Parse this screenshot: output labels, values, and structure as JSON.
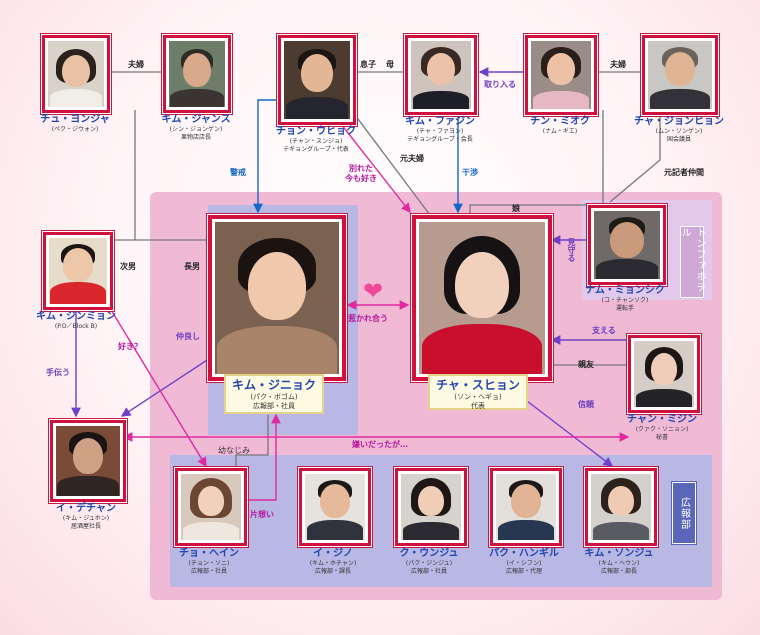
{
  "colors": {
    "frame": "#d0103d",
    "pink": "#e02aa0",
    "blue": "#1467c8",
    "violet": "#7040c8",
    "gray": "#666666",
    "zone_main": "#efb6d3",
    "zone_purple": "#b9b7e4"
  },
  "groups": {
    "hotel": "トンファホテル",
    "kouhou": "広報部"
  },
  "characters": {
    "ju_yongja": {
      "name": "チュ・ヨンジャ",
      "actor": "(ペク・ジウォン)",
      "role": ""
    },
    "kim_jangsu": {
      "name": "キム・ジャンス",
      "actor": "(シン・ジョンゲン)",
      "role": "果物店店長"
    },
    "jung_woohyuk": {
      "name": "チョン・ウヒョク",
      "actor": "(チャン・スンジョ)",
      "role": "テギョングループ・代表"
    },
    "kim_hwajin": {
      "name": "キム・ファジン",
      "actor": "(チャ・ファヨン)",
      "role": "テギョングループ・会長"
    },
    "jin_mioku": {
      "name": "チン・ミオク",
      "actor": "(ナム・ギエ)",
      "role": ""
    },
    "cha_jonghyun": {
      "name": "チャ・ジョンヒョン",
      "actor": "(ムン・ソンゲン)",
      "role": "国会議員"
    },
    "kim_jinhyuk": {
      "name": "キム・ジニョク",
      "actor": "(パク・ボゴム)",
      "role": "広報部・社員"
    },
    "cha_suhyun": {
      "name": "チャ・スヒョン",
      "actor": "(ソン・ヘギョ)",
      "role": "代表"
    },
    "nam_myungsik": {
      "name": "ナム・ミョンシク",
      "actor": "(コ・チャンソク)",
      "role": "運転手"
    },
    "kim_jinmyung": {
      "name": "キム・ジンミョン",
      "actor": "(P.O／Block B)",
      "role": ""
    },
    "jang_mijin": {
      "name": "チャン・ミジン",
      "actor": "(クァク・ソニョン)",
      "role": "秘書"
    },
    "lee_daechan": {
      "name": "イ・デチャン",
      "actor": "(キム・ジュホン)",
      "role": "居酒屋社長"
    },
    "jo_hyein": {
      "name": "チョ・ヘイン",
      "actor": "(チョン・ソニ)",
      "role": "広報部・社員"
    },
    "lee_jino": {
      "name": "イ・ジノ",
      "actor": "(キム・ホチャン)",
      "role": "広報部・課長"
    },
    "ku_woonjoo": {
      "name": "ク・ウンジュ",
      "actor": "(パク・ジンジュ)",
      "role": "広報部・社員"
    },
    "park_hangil": {
      "name": "パク・ハンギル",
      "actor": "(イ・シフン)",
      "role": "広報部・代理"
    },
    "kim_sunju": {
      "name": "キム・ソンジュ",
      "actor": "(キム・ヘウン)",
      "role": "広報部・部長"
    }
  },
  "relations": {
    "fuufu1": "夫婦",
    "fuufu2": "夫婦",
    "musuko": "息子",
    "haha": "母",
    "toriiru": "取り入る",
    "keikai": "警戒",
    "wakareta": "別れた\n今も好き",
    "motofuufu": "元夫婦",
    "kanshou": "干渉",
    "musume": "娘",
    "motokisha": "元記者仲間",
    "mimamoru": "見守る",
    "jinan": "次男",
    "chounan": "長男",
    "hikareau": "惹かれ合う",
    "sasaeru": "支える",
    "shinyuu": "親友",
    "nakayoshi": "仲良し",
    "suki": "好き？",
    "tetsudau": "手伝う",
    "shinrai": "信頼",
    "kiraidatta": "嫌いだったが…",
    "osananajimi": "幼なじみ",
    "kataomoi": "片想い"
  }
}
